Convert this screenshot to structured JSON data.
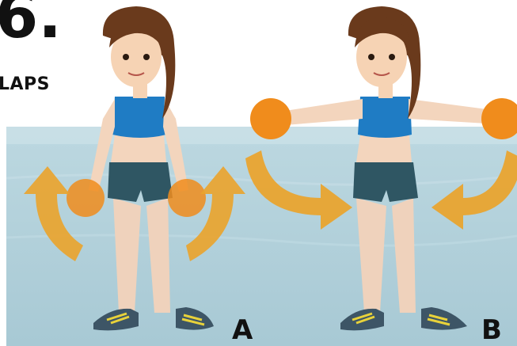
{
  "heading": {
    "number": "6.",
    "subtitle": "LAPS"
  },
  "panels": [
    {
      "label": "A",
      "arms": "down",
      "arrows": "upward-outward"
    },
    {
      "label": "B",
      "arms": "out",
      "arrows": "inward-downward"
    }
  ],
  "colors": {
    "water": "#a9cbd6",
    "water_surface": "#c4dde5",
    "arrow": "#e9a42f",
    "dumbbell": "#f08c1c",
    "top": "#1f7cc4",
    "shorts": "#2f5663",
    "hair": "#6a3a1c",
    "skin": "#f6d3b4",
    "shoe": "#3d5566",
    "lace": "#e8d23a"
  }
}
